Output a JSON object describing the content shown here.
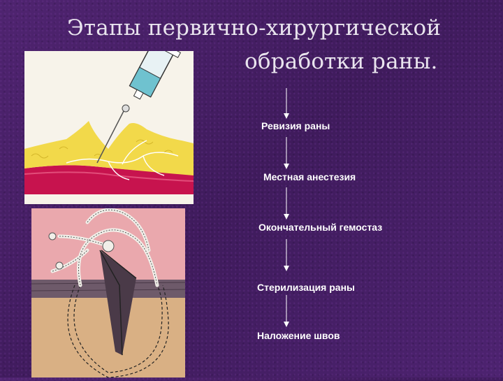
{
  "title": {
    "line1": "Этапы первично-хирургической",
    "line2": "обработки раны."
  },
  "steps": [
    {
      "label": "Ревизия раны"
    },
    {
      "label": "Местная анестезия"
    },
    {
      "label": "Окончательный гемостаз"
    },
    {
      "label": "Стерилизация раны"
    },
    {
      "label": "Наложение швов"
    }
  ],
  "colors": {
    "background": "#4a2168",
    "title_text": "#e9e4ee",
    "step_text": "#ffffff",
    "arrow": "#ffffff",
    "fat_layer": "#f2d94a",
    "muscle_layer": "#c7134e",
    "skin_layer": "#eaa8ad",
    "subcutis": "#d9b084"
  },
  "illustrations": [
    {
      "name": "syringe-injection-icon"
    },
    {
      "name": "wound-suture-icon"
    }
  ]
}
